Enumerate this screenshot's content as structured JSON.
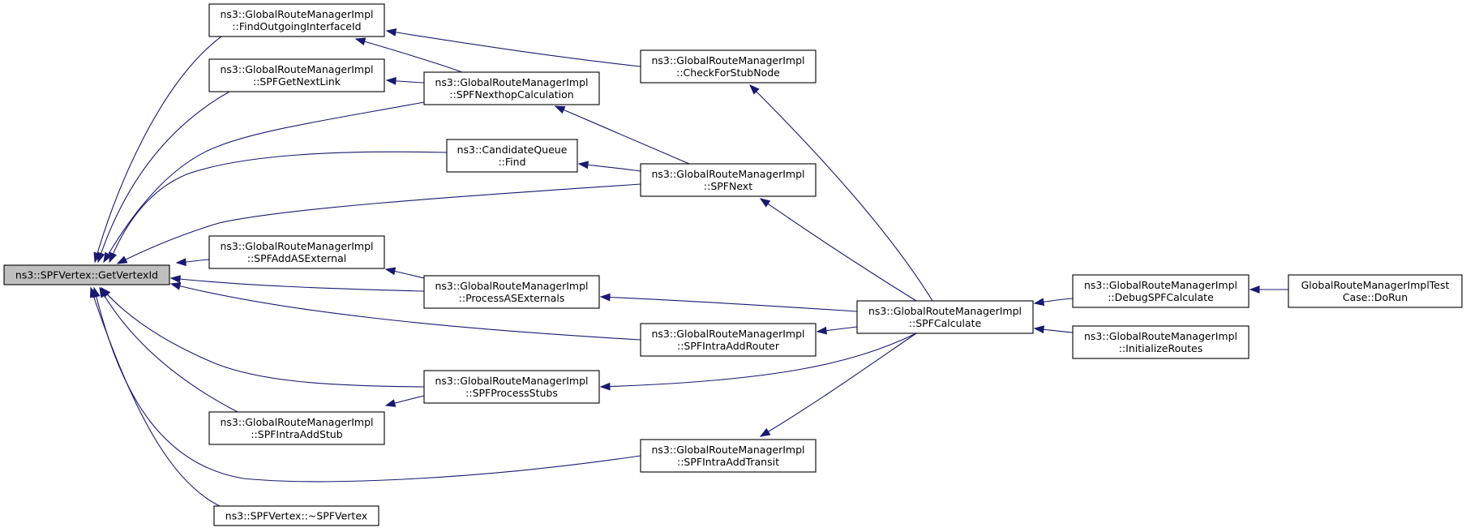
{
  "diagram": {
    "title": "",
    "edge_color": "#191970",
    "root_fill": "#bfbfbf",
    "nodes": [
      {
        "id": "root",
        "lines": [
          "ns3::SPFVertex::GetVertexId"
        ],
        "highlight": true
      },
      {
        "id": "findout",
        "lines": [
          "ns3::GlobalRouteManagerImpl",
          "::FindOutgoingInterfaceId"
        ]
      },
      {
        "id": "getnext",
        "lines": [
          "ns3::GlobalRouteManagerImpl",
          "::SPFGetNextLink"
        ]
      },
      {
        "id": "nexthop",
        "lines": [
          "ns3::GlobalRouteManagerImpl",
          "::SPFNexthopCalculation"
        ]
      },
      {
        "id": "cqfind",
        "lines": [
          "ns3::CandidateQueue",
          "::Find"
        ]
      },
      {
        "id": "stubnode",
        "lines": [
          "ns3::GlobalRouteManagerImpl",
          "::CheckForStubNode"
        ]
      },
      {
        "id": "spfnext",
        "lines": [
          "ns3::GlobalRouteManagerImpl",
          "::SPFNext"
        ]
      },
      {
        "id": "asext",
        "lines": [
          "ns3::GlobalRouteManagerImpl",
          "::SPFAddASExternal"
        ]
      },
      {
        "id": "procas",
        "lines": [
          "ns3::GlobalRouteManagerImpl",
          "::ProcessASExternals"
        ]
      },
      {
        "id": "router",
        "lines": [
          "ns3::GlobalRouteManagerImpl",
          "::SPFIntraAddRouter"
        ]
      },
      {
        "id": "procstubs",
        "lines": [
          "ns3::GlobalRouteManagerImpl",
          "::SPFProcessStubs"
        ]
      },
      {
        "id": "addstub",
        "lines": [
          "ns3::GlobalRouteManagerImpl",
          "::SPFIntraAddStub"
        ]
      },
      {
        "id": "transit",
        "lines": [
          "ns3::GlobalRouteManagerImpl",
          "::SPFIntraAddTransit"
        ]
      },
      {
        "id": "dtor",
        "lines": [
          "ns3::SPFVertex::~SPFVertex"
        ]
      },
      {
        "id": "calc",
        "lines": [
          "ns3::GlobalRouteManagerImpl",
          "::SPFCalculate"
        ]
      },
      {
        "id": "debug",
        "lines": [
          "ns3::GlobalRouteManagerImpl",
          "::DebugSPFCalculate"
        ]
      },
      {
        "id": "init",
        "lines": [
          "ns3::GlobalRouteManagerImpl",
          "::InitializeRoutes"
        ]
      },
      {
        "id": "dorun",
        "lines": [
          "GlobalRouteManagerImplTest",
          "Case::DoRun"
        ]
      }
    ],
    "edges": [
      {
        "from": "findout",
        "to": "root"
      },
      {
        "from": "getnext",
        "to": "root"
      },
      {
        "from": "nexthop",
        "to": "root"
      },
      {
        "from": "cqfind",
        "to": "root"
      },
      {
        "from": "spfnext",
        "to": "root"
      },
      {
        "from": "asext",
        "to": "root"
      },
      {
        "from": "procas",
        "to": "root"
      },
      {
        "from": "router",
        "to": "root"
      },
      {
        "from": "procstubs",
        "to": "root"
      },
      {
        "from": "addstub",
        "to": "root"
      },
      {
        "from": "transit",
        "to": "root"
      },
      {
        "from": "dtor",
        "to": "root"
      },
      {
        "from": "nexthop",
        "to": "findout"
      },
      {
        "from": "stubnode",
        "to": "findout"
      },
      {
        "from": "nexthop",
        "to": "getnext"
      },
      {
        "from": "spfnext",
        "to": "nexthop"
      },
      {
        "from": "spfnext",
        "to": "cqfind"
      },
      {
        "from": "calc",
        "to": "stubnode"
      },
      {
        "from": "calc",
        "to": "spfnext"
      },
      {
        "from": "procas",
        "to": "asext"
      },
      {
        "from": "calc",
        "to": "procas"
      },
      {
        "from": "calc",
        "to": "router"
      },
      {
        "from": "calc",
        "to": "procstubs"
      },
      {
        "from": "procstubs",
        "to": "addstub"
      },
      {
        "from": "calc",
        "to": "transit"
      },
      {
        "from": "debug",
        "to": "calc"
      },
      {
        "from": "init",
        "to": "calc"
      },
      {
        "from": "dorun",
        "to": "debug"
      }
    ]
  }
}
